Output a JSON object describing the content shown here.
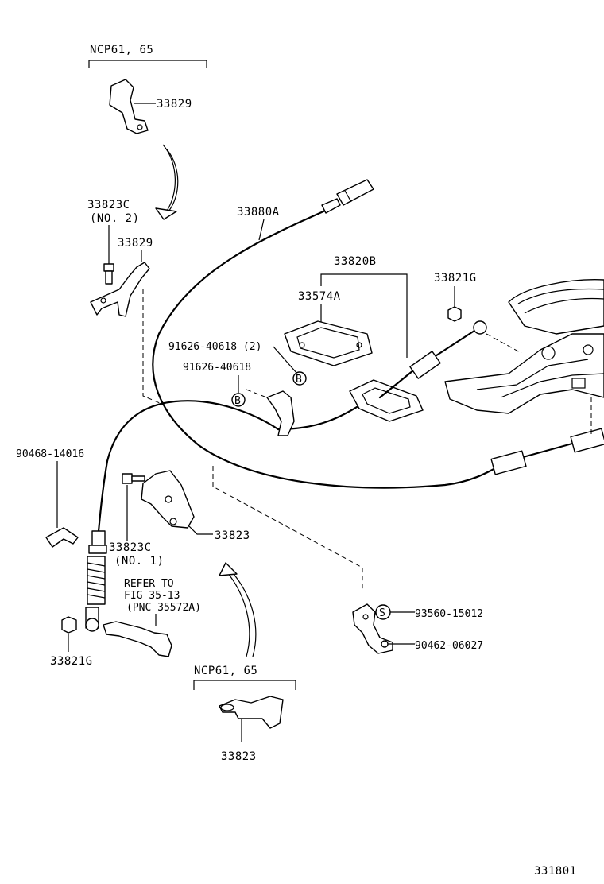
{
  "labels": {
    "ncp_top": "NCP61, 65",
    "p33829_top": "33829",
    "p33823C_no2": "33823C",
    "no2": "(NO. 2)",
    "p33829_mid": "33829",
    "p33880A": "33880A",
    "p33820B": "33820B",
    "p33574A": "33574A",
    "p33821G_top": "33821G",
    "p91626_2": "91626-40618 (2)",
    "p91626": "91626-40618",
    "marker_b1": "B",
    "marker_b2": "B",
    "p90468": "90468-14016",
    "p33823C_no1": "33823C",
    "no1": "(NO. 1)",
    "p33823_mid": "33823",
    "refer1": "REFER TO",
    "refer2": "FIG 35-13",
    "refer3": "(PNC 35572A)",
    "p33821G_bot": "33821G",
    "marker_s": "S",
    "p93560": "93560-15012",
    "p90462": "90462-06027",
    "ncp_bot": "NCP61, 65",
    "p33823_bot": "33823",
    "fig_id": "331801"
  }
}
